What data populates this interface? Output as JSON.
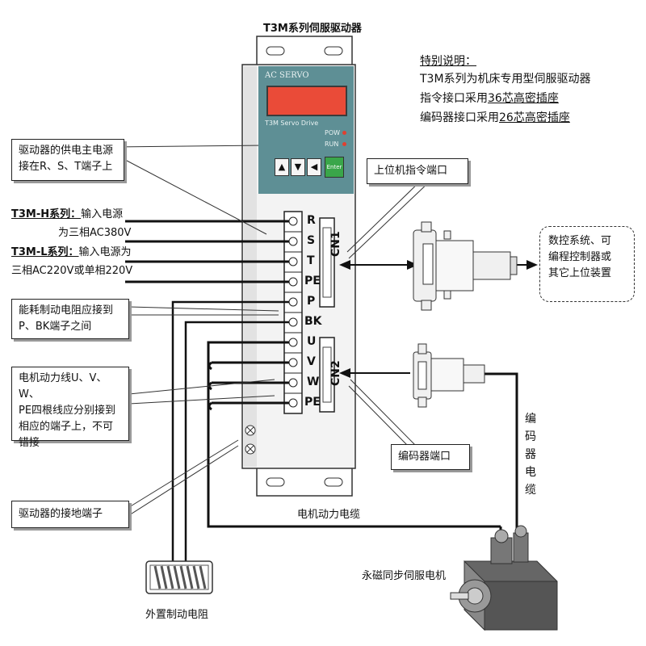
{
  "title": "T3M系列伺服驱动器",
  "note": {
    "heading": "特别说明：",
    "line1": "T3M系列为机床专用型伺服驱动器",
    "line2_prefix": "指令接口采用",
    "line2_link": "36芯高密插座",
    "line3_prefix": "编码器接口采用",
    "line3_link": "26芯高密插座"
  },
  "drive": {
    "brand": "AC SERVO",
    "model": "T3M Servo Drive",
    "led_pow": "POW",
    "led_run": "RUN",
    "key_up": "▲",
    "key_down": "▼",
    "key_left": "◀",
    "key_enter": "Enter"
  },
  "terminals": [
    "R",
    "S",
    "T",
    "PE",
    "P",
    "BK",
    "U",
    "V",
    "W",
    "PE"
  ],
  "connectors": {
    "cn1": "CN1",
    "cn2": "CN2"
  },
  "callouts": {
    "power_supply_1": "驱动器的供电主电源",
    "power_supply_2": "接在R、S、T端子上",
    "brake_res_1": "能耗制动电阻应接到",
    "brake_res_2": "P、BK端子之间",
    "motor_line_1": "电机动力线U、V、W、",
    "motor_line_2": "PE四根线应分别接到",
    "motor_line_3": "相应的端子上，不可",
    "motor_line_4": "错接",
    "ground_term": "驱动器的接地端子",
    "host_port": "上位机指令端口",
    "encoder_port": "编码器端口"
  },
  "input_labels": {
    "h_series_name": "T3M-H系列：",
    "h_series_text1": "输入电源",
    "h_series_text2": "为三相AC380V",
    "l_series_name": "T3M-L系列：",
    "l_series_text1": "输入电源为",
    "l_series_text2": "三相AC220V或单相220V"
  },
  "host": {
    "line1": "数控系统、可",
    "line2": "编程控制器或",
    "line3": "其它上位装置"
  },
  "encoder_cable": [
    "编",
    "码",
    "器",
    "电",
    "缆"
  ],
  "motor_cable": "电机动力电缆",
  "motor": "永磁同步伺服电机",
  "resistor": "外置制动电阻"
}
